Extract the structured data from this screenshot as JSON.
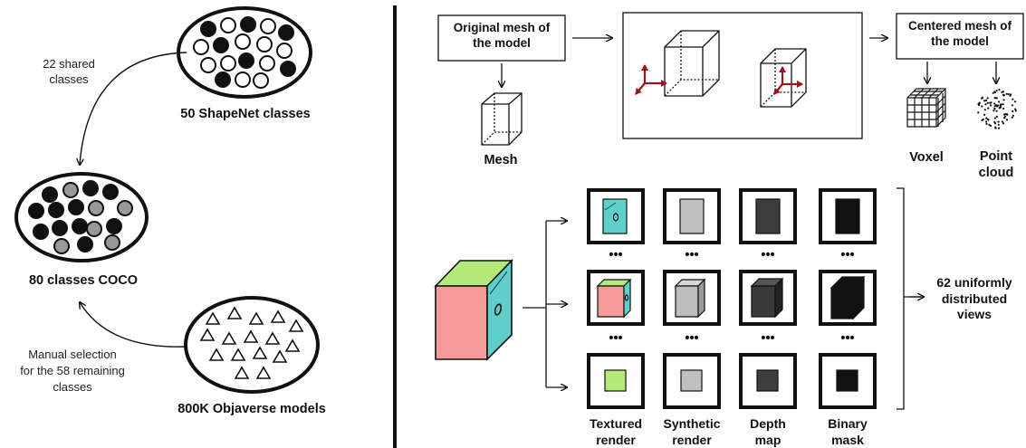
{
  "left_panel": {
    "shapenet_label": "50 ShapeNet classes",
    "coco_label": "80 classes COCO",
    "objaverse_label": "800K Objaverse models",
    "shared_note": [
      "22 shared",
      "classes"
    ],
    "manual_note": [
      "Manual selection",
      "for the 58 remaining",
      "classes"
    ]
  },
  "top_pipeline": {
    "original_box": [
      "Original mesh of",
      "the model"
    ],
    "centered_box": [
      "Centered mesh of",
      "the model"
    ],
    "mesh_label": "Mesh",
    "voxel_label": "Voxel",
    "point_cloud_label": [
      "Point",
      "cloud"
    ]
  },
  "render_grid": {
    "columns": [
      {
        "label": [
          "Textured",
          "render"
        ]
      },
      {
        "label": [
          "Synthetic",
          "render"
        ]
      },
      {
        "label": [
          "Depth",
          "map"
        ]
      },
      {
        "label": [
          "Binary",
          "mask"
        ]
      }
    ],
    "ellipsis": "•••",
    "views_label": [
      "62 uniformly",
      "distributed",
      "views"
    ]
  },
  "colors": {
    "teal": "#5fcfcc",
    "pink": "#f59a99",
    "green": "#b3ea7a",
    "gray": "#c0c0c0",
    "dark": "#3d3d3d",
    "black": "#111111",
    "axis_red": "#a1101f"
  }
}
